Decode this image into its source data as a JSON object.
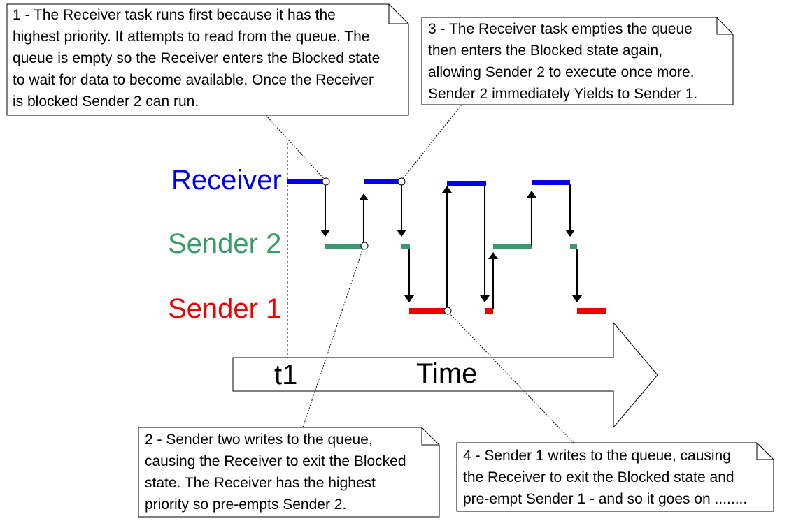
{
  "colors": {
    "receiver": "#0000ee",
    "sender2": "#3a9a6a",
    "sender1": "#ee0000",
    "ink": "#000000"
  },
  "tasks": {
    "receiver": "Receiver",
    "sender2": "Sender 2",
    "sender1": "Sender 1"
  },
  "axis": {
    "t1": "t1",
    "time": "Time"
  },
  "notes": {
    "note1": [
      "1 - The Receiver task runs first because it has the",
      "highest priority.  It attempts to read from the queue.  The",
      "queue is empty so the Receiver enters the Blocked state",
      "to wait for data to become available.  Once the Receiver",
      "is blocked Sender 2 can run."
    ],
    "note2": [
      "2 - Sender two writes to the queue,",
      "causing the Receiver to exit the Blocked",
      "state.  The Receiver has the highest",
      "priority so pre-empts Sender 2."
    ],
    "note3": [
      "3 - The Receiver task empties the queue",
      "then enters the Blocked state again,",
      "allowing Sender 2 to execute once more.",
      "Sender 2 immediately Yields to Sender 1."
    ],
    "note4": [
      "4 - Sender 1 writes to the queue, causing",
      "the Receiver to exit the Blocked state and",
      "pre-empt Sender 1 - and so it goes on ........"
    ]
  }
}
